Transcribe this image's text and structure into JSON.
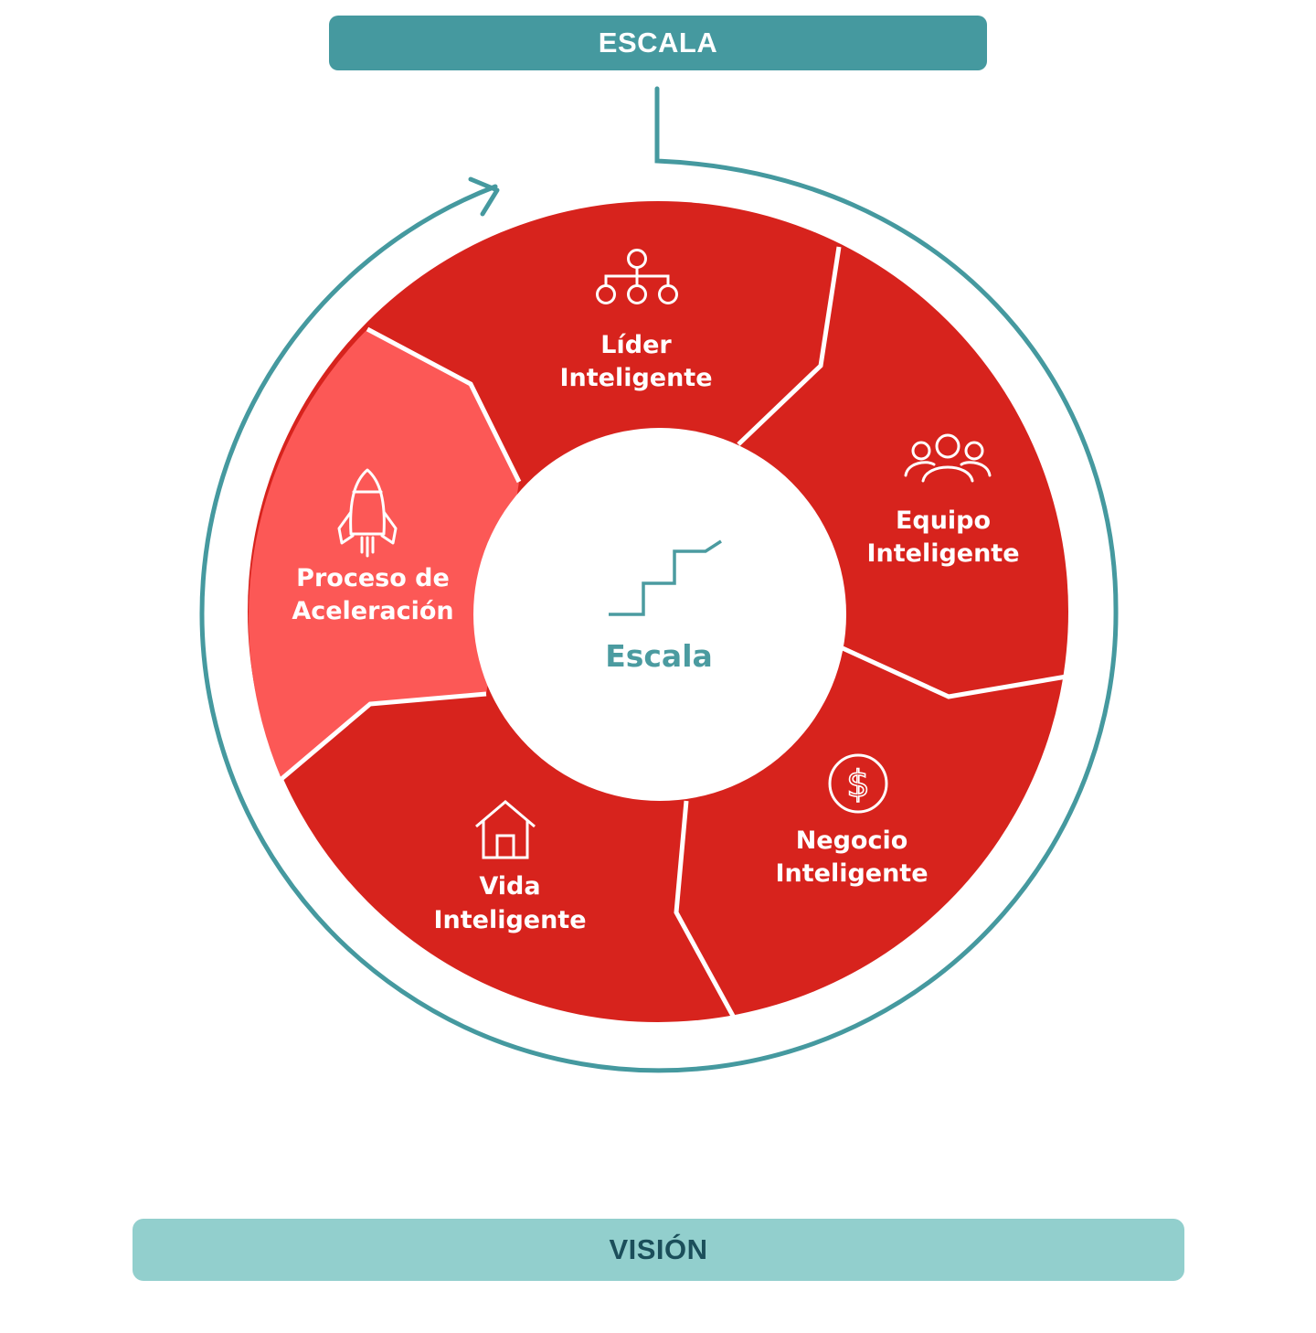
{
  "header": {
    "label": "ESCALA"
  },
  "footer": {
    "label": "VISIÓN"
  },
  "center": {
    "label": "Escala",
    "icon": "stairs-icon"
  },
  "segments": [
    {
      "line1": "Líder",
      "line2": "Inteligente",
      "icon": "hierarchy-icon"
    },
    {
      "line1": "Equipo",
      "line2": "Inteligente",
      "icon": "team-icon"
    },
    {
      "line1": "Negocio",
      "line2": "Inteligente",
      "icon": "dollar-icon"
    },
    {
      "line1": "Vida",
      "line2": "Inteligente",
      "icon": "house-icon"
    },
    {
      "line1": "Proceso de",
      "line2": "Aceleración",
      "icon": "rocket-icon"
    }
  ],
  "colors": {
    "teal": "#45999f",
    "teal_light": "#92cfcd",
    "footer_text": "#1b4e5a",
    "red": "#d7231d",
    "red_highlight": "#fc5856",
    "center_text": "#4b9ba0"
  }
}
